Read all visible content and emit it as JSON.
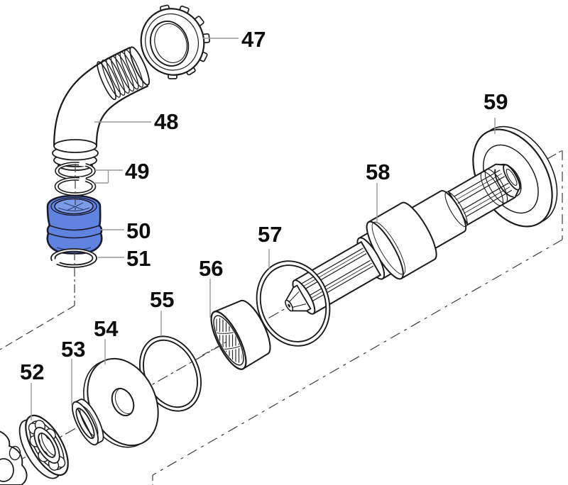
{
  "diagram": {
    "kind": "exploded-parts-diagram",
    "background_color": "#ffffff",
    "line_color": "#1c1c1c",
    "leader_color": "#999999",
    "highlight_color": "#5f83df",
    "highlighted_part_number": "50"
  },
  "parts": [
    {
      "number": "47"
    },
    {
      "number": "48"
    },
    {
      "number": "49"
    },
    {
      "number": "50",
      "highlighted": true
    },
    {
      "number": "51"
    },
    {
      "number": "52"
    },
    {
      "number": "53"
    },
    {
      "number": "54"
    },
    {
      "number": "55"
    },
    {
      "number": "56"
    },
    {
      "number": "57"
    },
    {
      "number": "58"
    },
    {
      "number": "59"
    }
  ]
}
